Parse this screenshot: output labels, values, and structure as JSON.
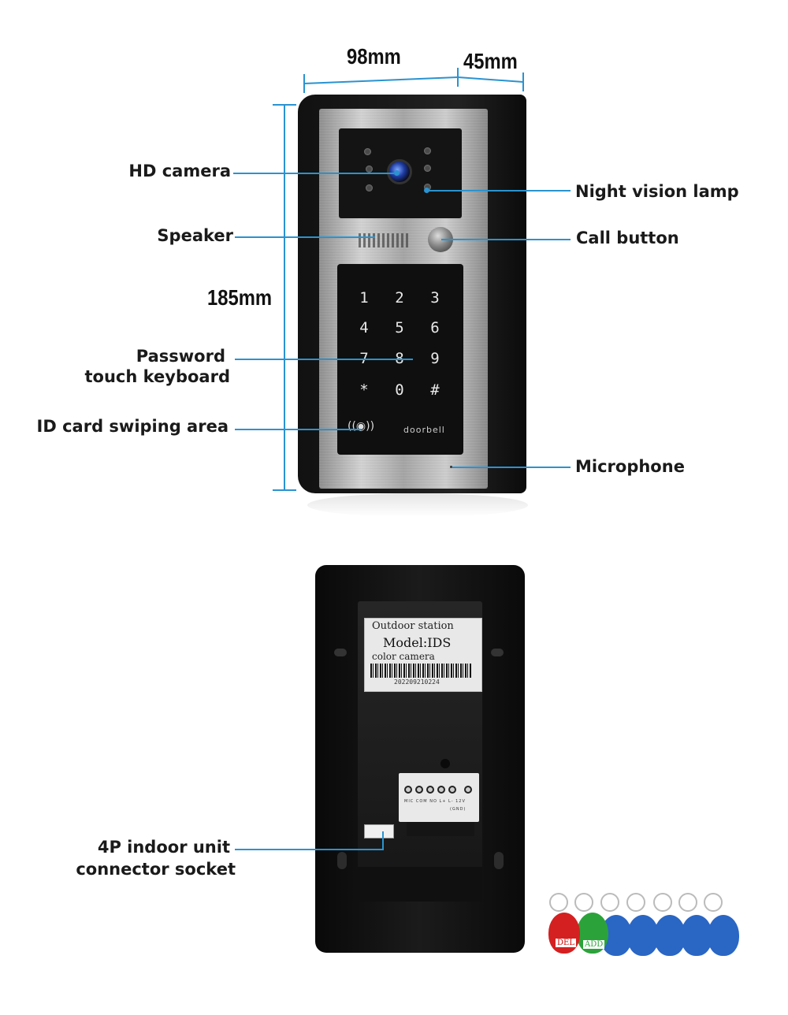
{
  "dimensions": {
    "width_label": "98mm",
    "depth_label": "45mm",
    "height_label": "185mm"
  },
  "callouts": {
    "hd_camera": "HD camera",
    "speaker": "Speaker",
    "password_keyboard_line1": "Password",
    "password_keyboard_line2": "touch keyboard",
    "id_card_area": "ID card swiping area",
    "night_vision_lamp": "Night vision lamp",
    "call_button": "Call button",
    "microphone": "Microphone",
    "indoor_connector_line1": "4P indoor unit",
    "indoor_connector_line2": "connector socket"
  },
  "keypad": {
    "keys": [
      "1",
      "2",
      "3",
      "4",
      "5",
      "6",
      "7",
      "8",
      "9",
      "*",
      "0",
      "#"
    ],
    "rfid_symbol": "((◉))",
    "brand": "doorbell"
  },
  "sticker": {
    "line1": "Outdoor station",
    "line2": "Model:IDS",
    "line3": "color camera",
    "serial": "202209210224"
  },
  "terminal": {
    "labels": "MIC COM NO L+ L- 12V",
    "sublabel": "(GND)"
  },
  "key_tags": {
    "del_label": "DEL",
    "add_label": "ADD"
  },
  "colors": {
    "callout_line": "#2a93d0",
    "del_tag": "#d42020",
    "add_tag": "#2ba33a",
    "standard_tag": "#2a66c4"
  }
}
